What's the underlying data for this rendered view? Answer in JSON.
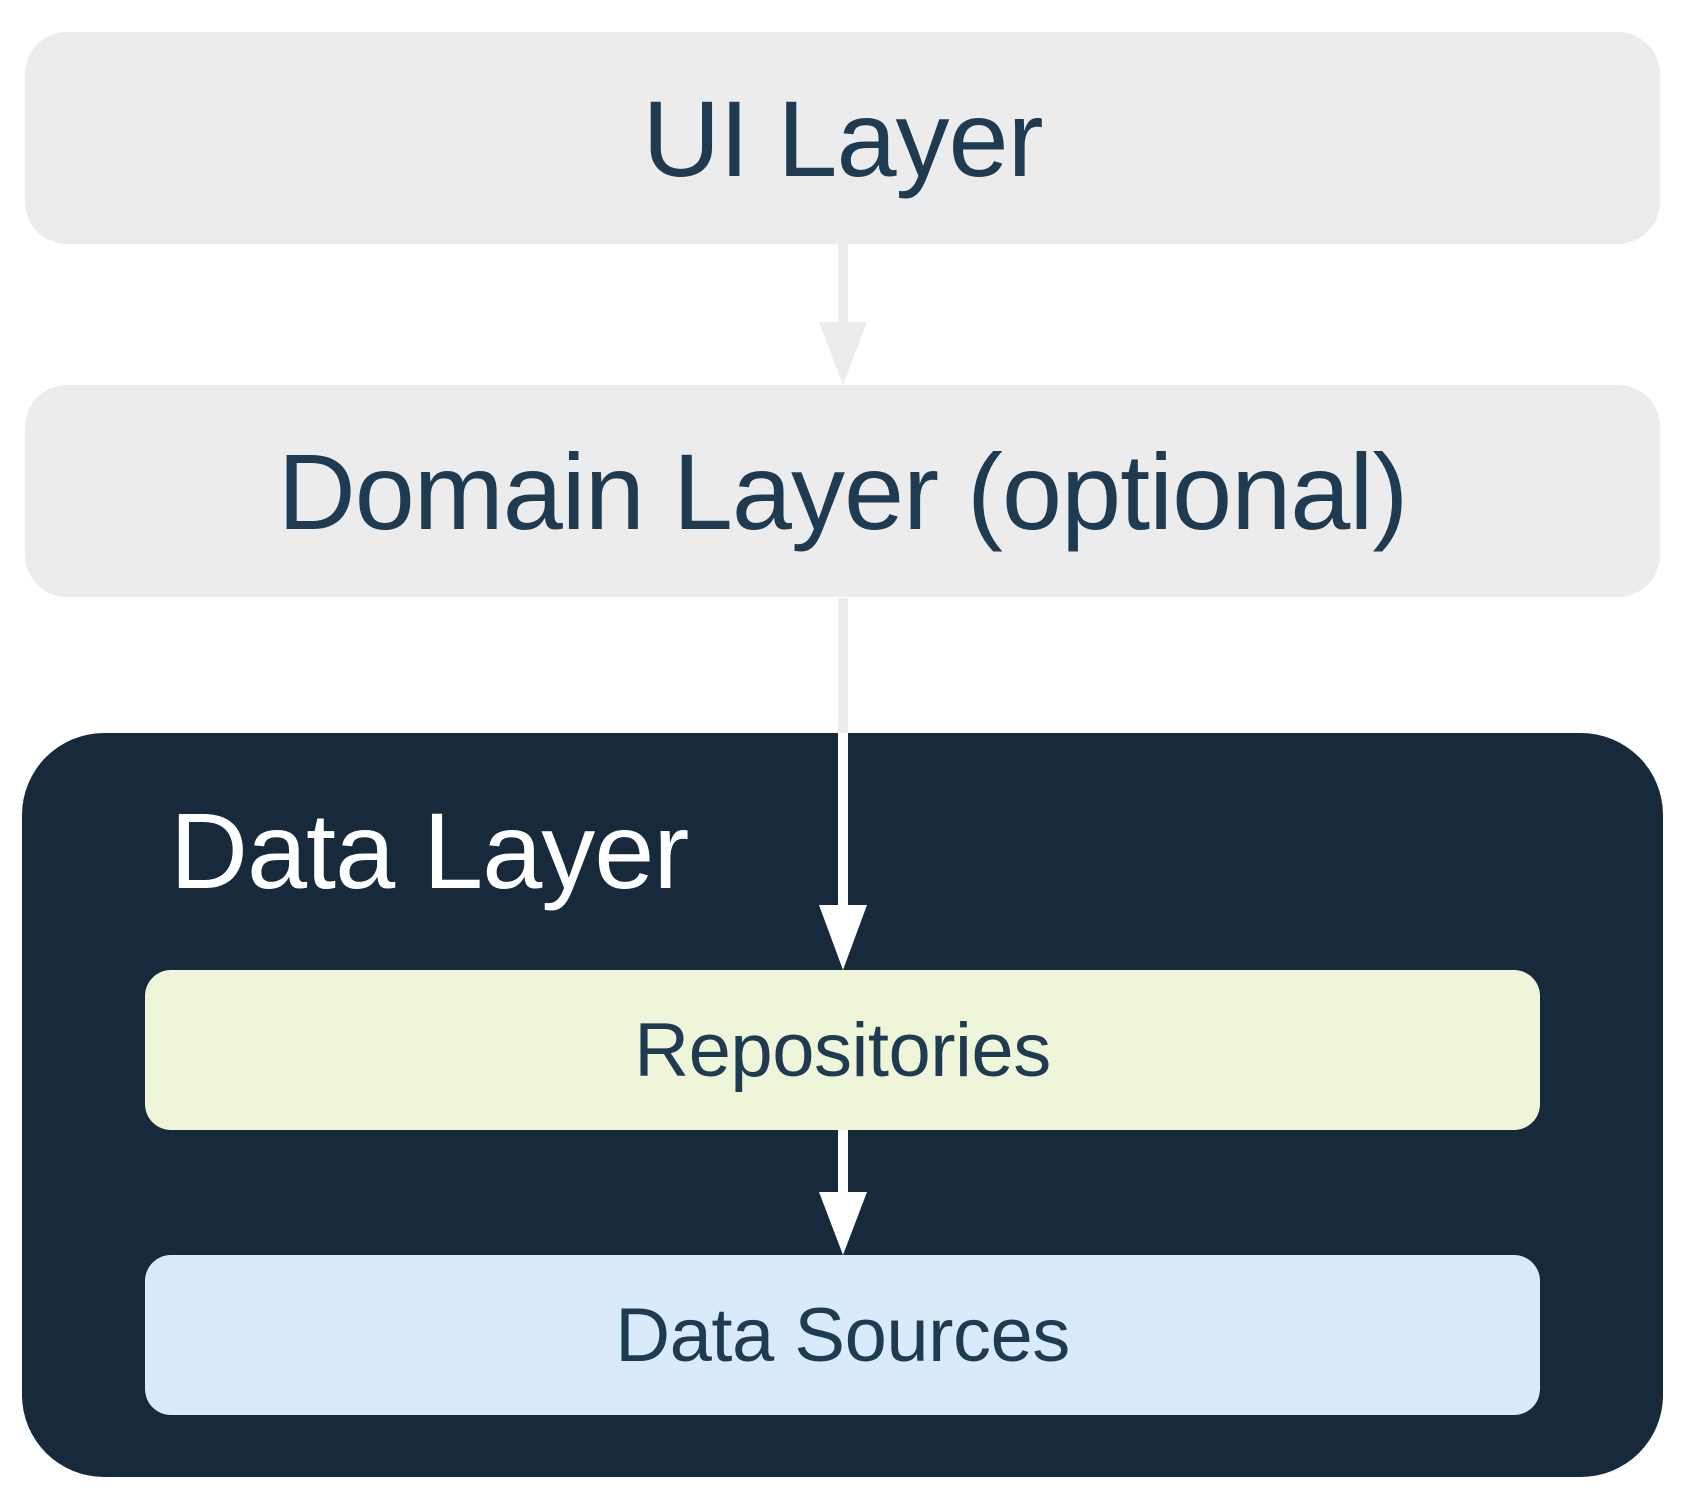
{
  "diagram": {
    "type": "architecture-layers",
    "nodes": {
      "ui_layer": {
        "label": "UI Layer"
      },
      "domain_layer": {
        "label": "Domain Layer (optional)"
      },
      "data_layer": {
        "label": "Data Layer"
      },
      "repositories": {
        "label": "Repositories"
      },
      "data_sources": {
        "label": "Data Sources"
      }
    },
    "edges": [
      {
        "from": "UI Layer",
        "to": "Domain Layer (optional)"
      },
      {
        "from": "Domain Layer (optional)",
        "to": "Repositories"
      },
      {
        "from": "Repositories",
        "to": "Data Sources"
      }
    ],
    "colors": {
      "background": "#FFFFFF",
      "layer_box_gray": "#ECECEC",
      "data_layer_navy": "#172A3C",
      "repositories_fill": "#EEF5D8",
      "data_sources_fill": "#D9EBFB",
      "heading_text": "#1F3B52",
      "data_layer_label_text": "#FFFFFF",
      "arrow_gray": "#ECECEC",
      "arrow_white": "#FFFFFF"
    }
  }
}
